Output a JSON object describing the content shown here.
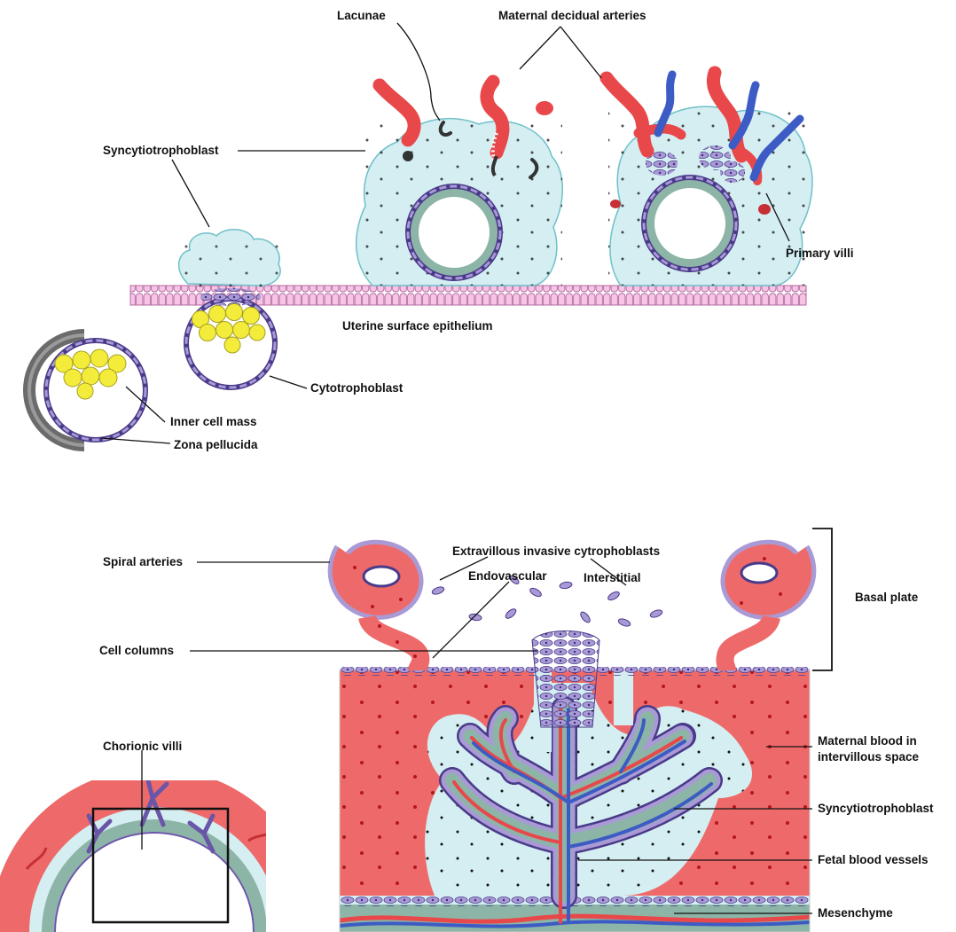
{
  "labels": {
    "lacunae": "Lacunae",
    "maternal_decidual_arteries": "Maternal decidual arteries",
    "syncytiotrophoblast_top": "Syncytiotrophoblast",
    "primary_villi": "Primary villi",
    "uterine_surface_epithelium": "Uterine surface epithelium",
    "cytotrophoblast": "Cytotrophoblast",
    "inner_cell_mass": "Inner cell mass",
    "zona_pellucida": "Zona pellucida",
    "spiral_arteries": "Spiral arteries",
    "extravillous": "Extravillous invasive cytrophoblasts",
    "endovascular": "Endovascular",
    "interstitial": "Interstitial",
    "basal_plate": "Basal plate",
    "cell_columns": "Cell columns",
    "chorionic_villi": "Chorionic villi",
    "maternal_blood_1": "Maternal blood in",
    "maternal_blood_2": "intervillous space",
    "syncytiotrophoblast_bottom": "Syncytiotrophoblast",
    "fetal_blood_vessels": "Fetal blood vessels",
    "mesenchyme": "Mesenchyme"
  },
  "colors": {
    "syncytium": "#d4eef2",
    "syncytium_edge": "#6fc0c8",
    "artery": "#e8484a",
    "artery_dark": "#c62f33",
    "vein": "#3d5bc4",
    "trophoblast": "#6a56a8",
    "trophoblast_light": "#a99ad6",
    "inner_cell_mass": "#f3ec3a",
    "epithelium": "#f6c4e4",
    "epithelium_edge": "#b46aa2",
    "maternal_blood": "#ee6a6a",
    "mesenchyme": "#8cb5a7",
    "zona": "#666666"
  }
}
